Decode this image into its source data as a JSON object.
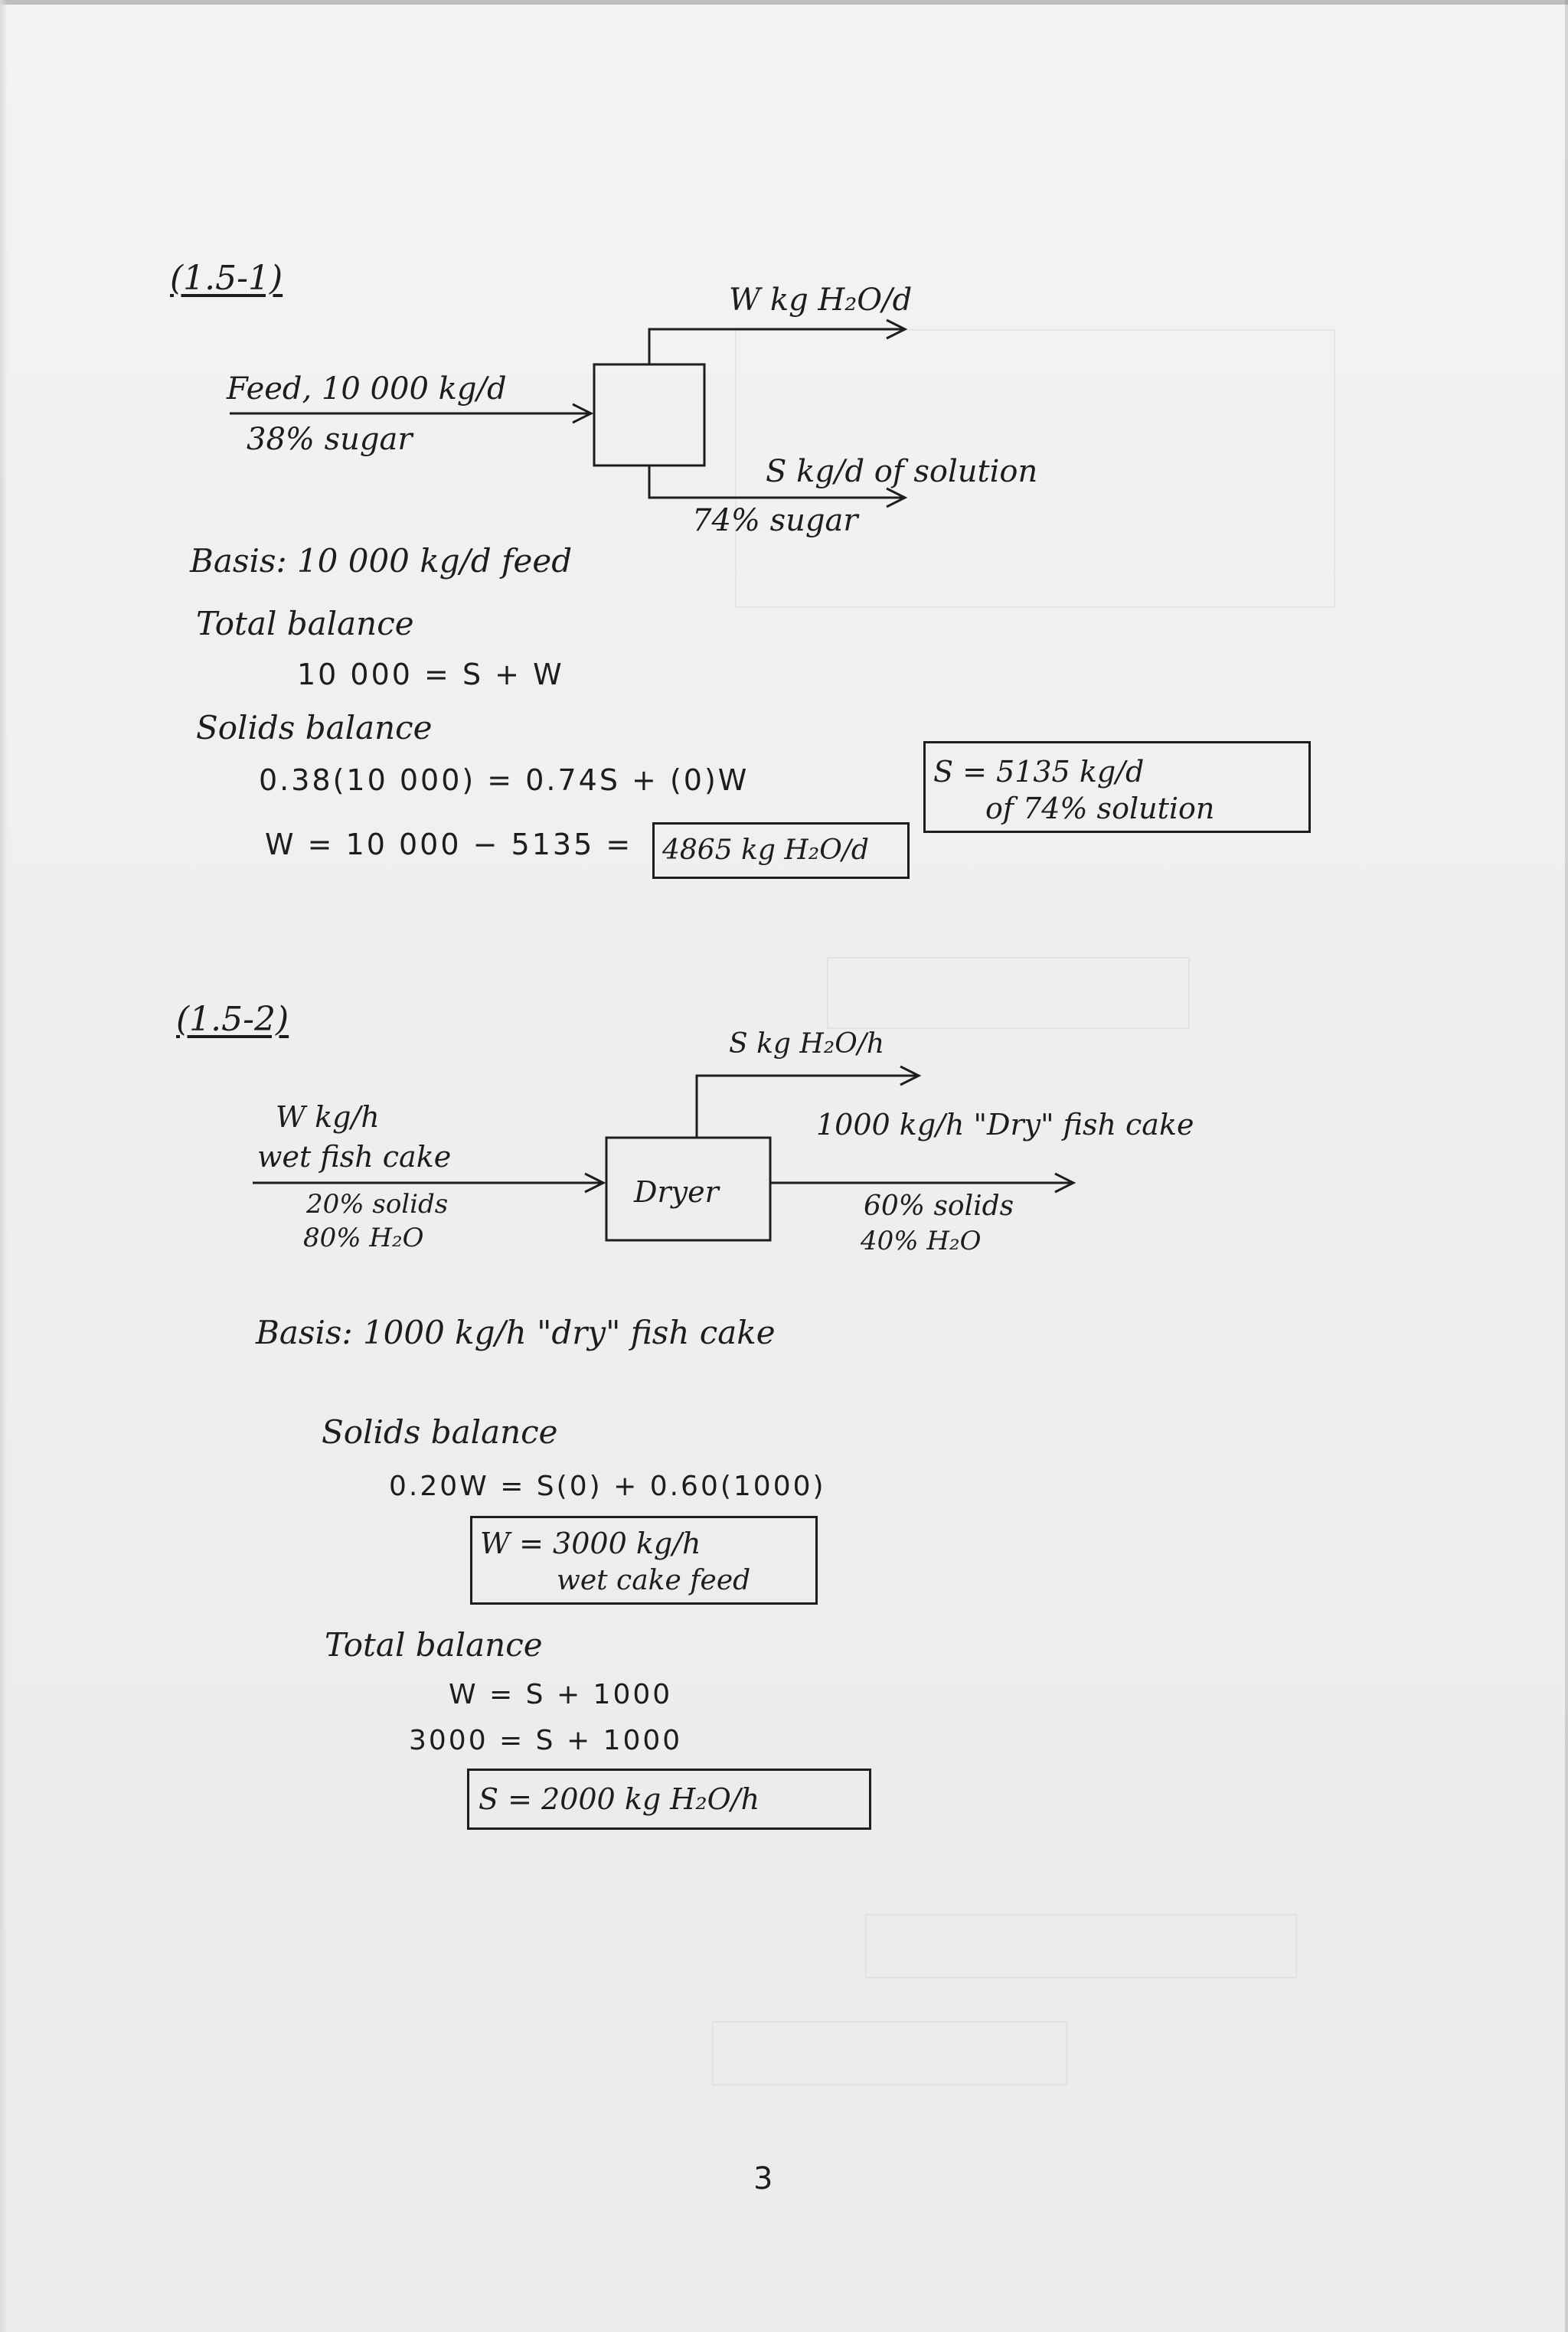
{
  "problem1": {
    "label": "(1.5-1)",
    "top_stream": "W kg H₂O/d",
    "feed_line1": "Feed, 10 000 kg/d",
    "feed_line2": "38% sugar",
    "product_line1": "S kg/d of solution",
    "product_line2": "74% sugar",
    "basis": "Basis: 10 000 kg/d feed",
    "total_balance_title": "Total balance",
    "total_balance_eq": "10 000 = S + W",
    "solids_balance_title": "Solids balance",
    "solids_eq": "0.38(10 000) = 0.74S + (0)W",
    "s_result_line1": "S = 5135 kg/d",
    "s_result_line2": "of 74% solution",
    "w_eq": "W = 10 000 − 5135 =",
    "w_result": "4865 kg H₂O/d"
  },
  "problem2": {
    "label": "(1.5-2)",
    "top_stream": "S kg H₂O/h",
    "feed_line1": "W kg/h",
    "feed_line2": "wet fish cake",
    "feed_line3": "20% solids",
    "feed_line4": "80% H₂O",
    "unit": "Dryer",
    "product_line1": "1000 kg/h \"Dry\" fish cake",
    "product_line2": "60% solids",
    "product_line3": "40% H₂O",
    "basis": "Basis: 1000 kg/h \"dry\" fish cake",
    "solids_balance_title": "Solids balance",
    "solids_eq": "0.20W  =  S(0) + 0.60(1000)",
    "w_result_line1": "W = 3000 kg/h",
    "w_result_line2": "wet cake feed",
    "total_balance_title": "Total balance",
    "total_eq1": "W  =  S + 1000",
    "total_eq2": "3000 =  S + 1000",
    "s_result": "S = 2000 kg H₂O/h"
  },
  "page_number": "3"
}
